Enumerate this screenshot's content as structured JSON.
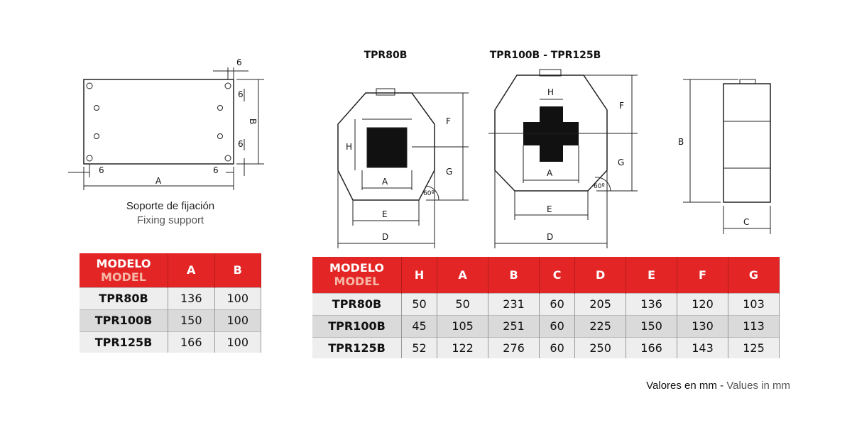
{
  "support": {
    "title_es": "Soporte de fijación",
    "title_en": "Fixing support",
    "dim_labels": {
      "a": "A",
      "b": "B",
      "six": "6"
    }
  },
  "tpr80": {
    "title": "TPR80B",
    "labels": {
      "h": "H",
      "a": "A",
      "e": "E",
      "d": "D",
      "f": "F",
      "g": "G",
      "angle": "60º"
    }
  },
  "tpr100": {
    "title": "TPR100B - TPR125B",
    "labels": {
      "h": "H",
      "a": "A",
      "e": "E",
      "d": "D",
      "f": "F",
      "g": "G",
      "angle": "60º"
    }
  },
  "side": {
    "labels": {
      "b": "B",
      "c": "C"
    }
  },
  "support_table": {
    "header_es": "MODELO",
    "header_en": "MODEL",
    "columns": [
      "A",
      "B"
    ],
    "rows": [
      {
        "model": "TPR80B",
        "values": [
          "136",
          "100"
        ]
      },
      {
        "model": "TPR100B",
        "values": [
          "150",
          "100"
        ]
      },
      {
        "model": "TPR125B",
        "values": [
          "166",
          "100"
        ]
      }
    ]
  },
  "dims_table": {
    "header_es": "MODELO",
    "header_en": "MODEL",
    "columns": [
      "H",
      "A",
      "B",
      "C",
      "D",
      "E",
      "F",
      "G"
    ],
    "rows": [
      {
        "model": "TPR80B",
        "values": [
          "50",
          "50",
          "231",
          "60",
          "205",
          "136",
          "120",
          "103"
        ]
      },
      {
        "model": "TPR100B",
        "values": [
          "45",
          "105",
          "251",
          "60",
          "225",
          "150",
          "130",
          "113"
        ]
      },
      {
        "model": "TPR125B",
        "values": [
          "52",
          "122",
          "276",
          "60",
          "250",
          "166",
          "143",
          "125"
        ]
      }
    ]
  },
  "footer": {
    "es": "Valores en mm -",
    "en": "Values in mm"
  },
  "colors": {
    "header_red": "#e32625"
  }
}
